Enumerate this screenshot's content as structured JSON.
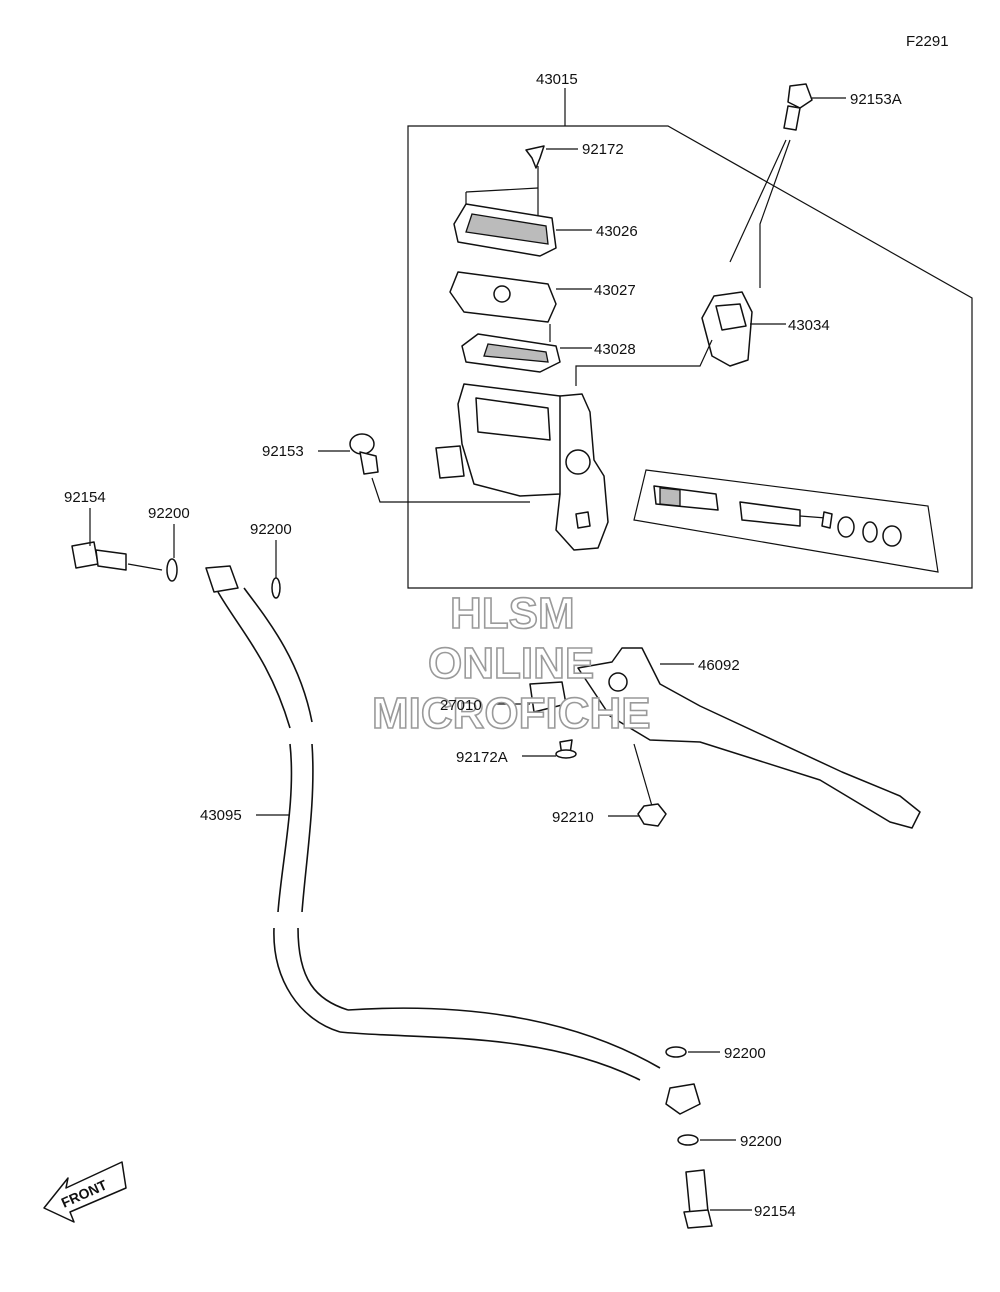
{
  "figure_code": "F2291",
  "watermark": {
    "line1": "HLSM",
    "line2": "ONLINE",
    "line3": "MICROFICHE"
  },
  "front_label": "FRONT",
  "callouts": {
    "c43015": "43015",
    "c92153A": "92153A",
    "c92172": "92172",
    "c43026": "43026",
    "c43027": "43027",
    "c43034": "43034",
    "c43028": "43028",
    "c92153": "92153",
    "c92154_top": "92154",
    "c92200_a": "92200",
    "c92200_b": "92200",
    "c46092": "46092",
    "c27010": "27010",
    "c92172A": "92172A",
    "c92210": "92210",
    "c43095": "43095",
    "c92200_c": "92200",
    "c92200_d": "92200",
    "c92154_bottom": "92154"
  }
}
